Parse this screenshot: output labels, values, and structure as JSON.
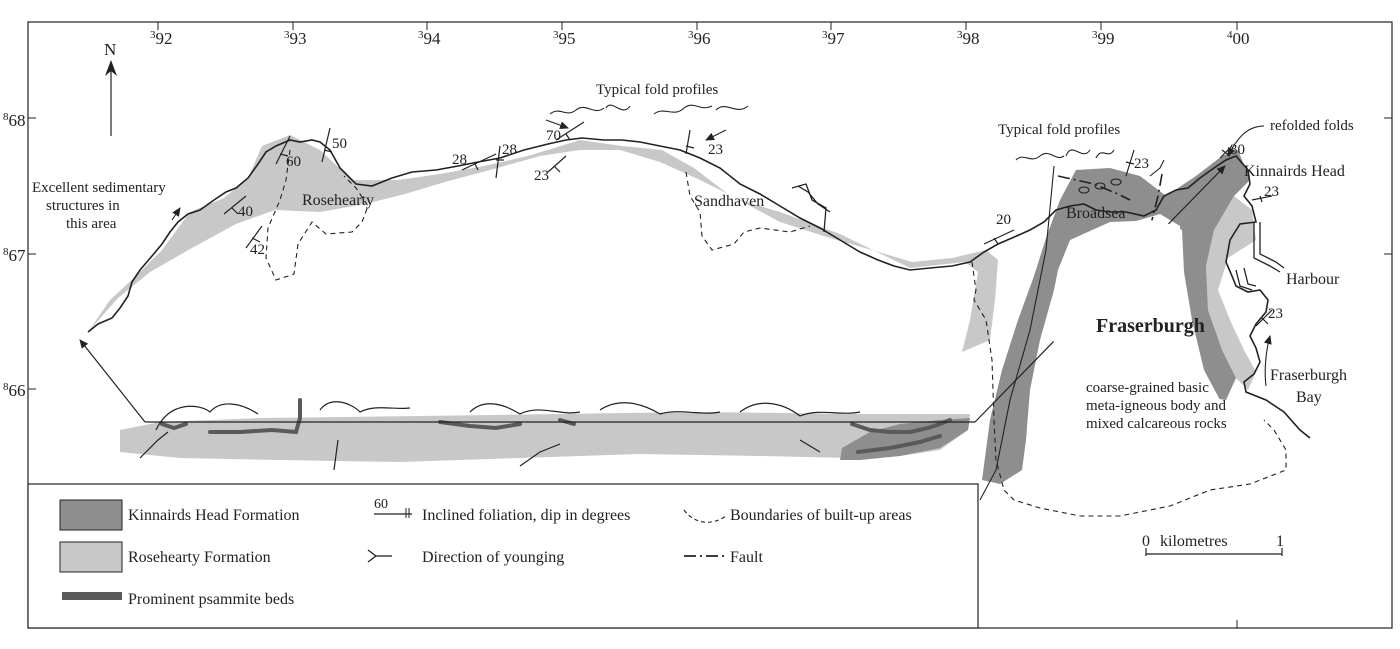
{
  "map": {
    "north_label": "N",
    "colors": {
      "kinnairds_head": "#8e8e8e",
      "rosehearty": "#c8c8c8",
      "psammite": "#5a5a5a",
      "line": "#222222"
    },
    "eastings": [
      {
        "sup": "3",
        "num": "92"
      },
      {
        "sup": "3",
        "num": "93"
      },
      {
        "sup": "3",
        "num": "94"
      },
      {
        "sup": "3",
        "num": "95"
      },
      {
        "sup": "3",
        "num": "96"
      },
      {
        "sup": "3",
        "num": "97"
      },
      {
        "sup": "3",
        "num": "98"
      },
      {
        "sup": "3",
        "num": "99"
      },
      {
        "sup": "4",
        "num": "00"
      }
    ],
    "northings": [
      {
        "sup": "8",
        "num": "68"
      },
      {
        "sup": "8",
        "num": "67"
      },
      {
        "sup": "8",
        "num": "66"
      }
    ],
    "places": {
      "rosehearty": "Rosehearty",
      "sandhaven": "Sandhaven",
      "broadsea": "Broadsea",
      "fraserburgh": "Fraserburgh",
      "kinnairds_head": "Kinnairds Head",
      "harbour": "Harbour",
      "fraserburgh_bay_1": "Fraserburgh",
      "fraserburgh_bay_2": "Bay"
    },
    "notes": {
      "sedimentary_1": "Excellent sedimentary",
      "sedimentary_2": "structures in",
      "sedimentary_3": "this area",
      "fold_profiles_west": "Typical fold profiles",
      "fold_profiles_east": "Typical fold profiles",
      "refolded": "refolded folds",
      "igneous_1": "coarse-grained basic",
      "igneous_2": "meta-igneous body and",
      "igneous_3": "mixed calcareous rocks"
    },
    "dips": [
      "40",
      "42",
      "60",
      "50",
      "28",
      "28",
      "23",
      "70",
      "23",
      "20",
      "23",
      "30",
      "23",
      "23"
    ],
    "scale_bar": {
      "start": "0",
      "unit": "kilometres",
      "end": "1"
    }
  },
  "legend": {
    "kinnairds": "Kinnairds Head Formation",
    "rosehearty": "Rosehearty Formation",
    "psammite": "Prominent psammite beds",
    "foliation_example": "60",
    "foliation": "Inclined foliation, dip in degrees",
    "younging": "Direction of younging",
    "boundaries": "Boundaries of built-up areas",
    "fault": "Fault"
  }
}
